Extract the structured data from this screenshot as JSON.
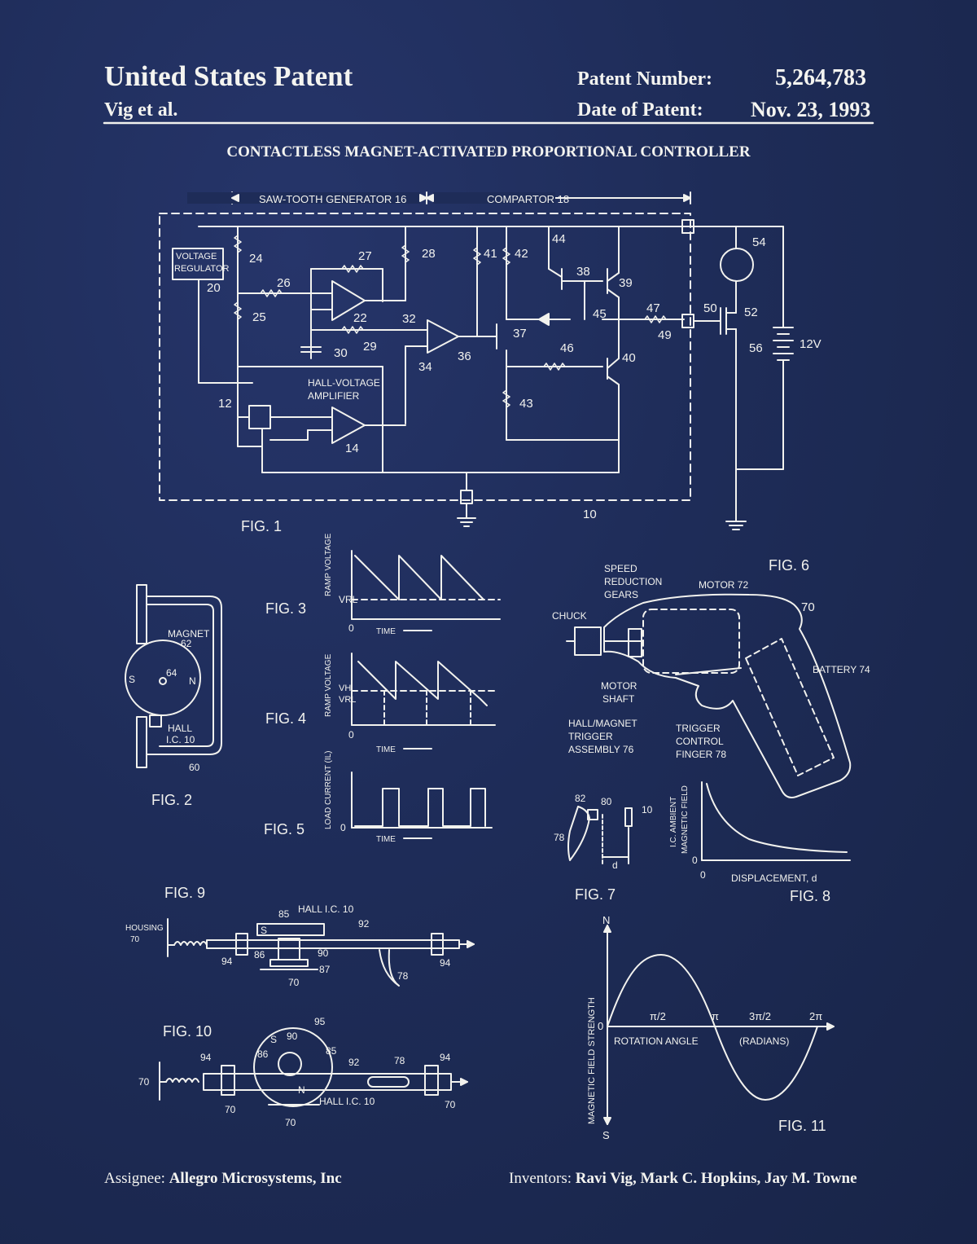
{
  "header": {
    "title": "United States Patent",
    "inventor_short": "Vig et al.",
    "patent_number_label": "Patent Number:",
    "patent_number": "5,264,783",
    "date_label": "Date of Patent:",
    "date": "Nov. 23, 1993",
    "invention_title": "CONTACTLESS MAGNET-ACTIVATED PROPORTIONAL CONTROLLER"
  },
  "fig1": {
    "caption": "FIG. 1",
    "sawtooth": "SAW-TOOTH GENERATOR 16",
    "comparator": "COMPARTOR 18",
    "voltage_reg_1": "VOLTAGE",
    "voltage_reg_2": "REGULATOR",
    "hall_amp_1": "HALL-VOLTAGE",
    "hall_amp_2": "AMPLIFIER",
    "battery": "12V",
    "refs": {
      "r10": "10",
      "r12": "12",
      "r14": "14",
      "r20": "20",
      "r22": "22",
      "r24": "24",
      "r25": "25",
      "r26": "26",
      "r27": "27",
      "r28": "28",
      "r29": "29",
      "r30": "30",
      "r32": "32",
      "r34": "34",
      "r36": "36",
      "r37": "37",
      "r38": "38",
      "r39": "39",
      "r40": "40",
      "r41": "41",
      "r42": "42",
      "r43": "43",
      "r44": "44",
      "r45": "45",
      "r46": "46",
      "r47": "47",
      "r49": "49",
      "r50": "50",
      "r52": "52",
      "r54": "54",
      "r56": "56"
    }
  },
  "fig2": {
    "caption": "FIG. 2",
    "magnet": "MAGNET",
    "m62": "62",
    "m64": "64",
    "s": "S",
    "n": "N",
    "hall": "HALL",
    "ic": "I.C. 10",
    "r60": "60"
  },
  "fig3": {
    "caption": "FIG. 3",
    "ylabel": "RAMP VOLTAGE",
    "vrl": "VRL",
    "zero": "0",
    "xlabel": "TIME"
  },
  "fig4": {
    "caption": "FIG. 4",
    "ylabel": "RAMP VOLTAGE",
    "vh": "VH",
    "vrl": "VRL",
    "zero": "0",
    "xlabel": "TIME"
  },
  "fig5": {
    "caption": "FIG. 5",
    "ylabel": "LOAD CURRENT (IL)",
    "zero": "0",
    "xlabel": "TIME"
  },
  "fig6": {
    "caption": "FIG. 6",
    "gears_1": "SPEED",
    "gears_2": "REDUCTION",
    "gears_3": "GEARS",
    "motor": "MOTOR 72",
    "chuck": "CHUCK",
    "r70": "70",
    "battery": "BATTERY 74",
    "shaft_1": "MOTOR",
    "shaft_2": "SHAFT",
    "trig_1": "HALL/MAGNET",
    "trig_2": "TRIGGER",
    "trig_3": "ASSEMBLY 76",
    "finger_1": "TRIGGER",
    "finger_2": "CONTROL",
    "finger_3": "FINGER 78"
  },
  "fig7": {
    "caption": "FIG. 7",
    "r82": "82",
    "r80": "80",
    "r10": "10",
    "r78": "78",
    "d": "d"
  },
  "fig8": {
    "caption": "FIG. 8",
    "ylabel_1": "I.C. AMBIENT",
    "ylabel_2": "MAGNETIC FIELD",
    "zero_y": "0",
    "zero_x": "0",
    "xlabel": "DISPLACEMENT, d"
  },
  "fig9": {
    "caption": "FIG. 9",
    "housing_1": "HOUSING",
    "housing_2": "70",
    "hall": "HALL I.C. 10",
    "r85": "85",
    "r92": "92",
    "s": "S",
    "r86": "86",
    "r90": "90",
    "r87": "87",
    "r70": "70",
    "r94a": "94",
    "r94b": "94",
    "r78": "78"
  },
  "fig10": {
    "caption": "FIG. 10",
    "r95": "95",
    "s1": "S",
    "r90": "90",
    "r86": "86",
    "r85": "85",
    "r92": "92",
    "r78": "78",
    "r94a": "94",
    "r94b": "94",
    "r70a": "70",
    "r70b": "70",
    "r70c": "70",
    "r70d": "70",
    "n": "N",
    "hall": "HALL I.C. 10"
  },
  "fig11": {
    "caption": "FIG. 11",
    "n": "N",
    "s": "S",
    "zero": "0",
    "ylabel": "MAGNETIC FIELD STRENGTH",
    "xlabel": "ROTATION ANGLE",
    "radians": "(RADIANS)",
    "t1": "π/2",
    "t2": "π",
    "t3": "3π/2",
    "t4": "2π"
  },
  "footer": {
    "assignee_label": "Assignee:",
    "assignee": "Allegro Microsystems, Inc",
    "inventors_label": "Inventors:",
    "inventors": "Ravi Vig,  Mark C. Hopkins, Jay M. Towne"
  },
  "colors": {
    "background": "#1e2c58",
    "ink": "#f2f2ee"
  }
}
